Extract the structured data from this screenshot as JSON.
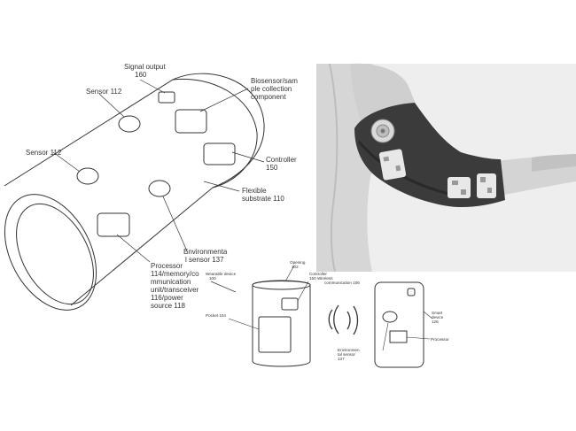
{
  "labels": {
    "signal_output": [
      "Signal output",
      "160"
    ],
    "sensor_top": [
      "Sensor 112"
    ],
    "sensor_left": [
      "Sensor 112"
    ],
    "biosensor": [
      "Biosensor/sam",
      "ple collection",
      "component"
    ],
    "controller": [
      "Controller",
      "150"
    ],
    "flexible_substrate": [
      "Flexible",
      "substrate 110"
    ],
    "environmental_sensor": [
      "Environmenta",
      "l sensor 137"
    ],
    "processor": [
      "Processor",
      "114/memory/co",
      "mmunication",
      "unit/transceiver",
      "116/power",
      "source 118"
    ],
    "wearable_device": [
      "Wearable device",
      "100"
    ],
    "opening": [
      "Opening",
      "102"
    ],
    "controller_wireless": [
      "Controller",
      "150  Wireless",
      "communication 106"
    ],
    "pocket": [
      "Pocket 104"
    ],
    "smart_device": [
      "Smart",
      "device",
      "126"
    ],
    "processor_small": [
      "Processor"
    ],
    "env_sensor_small": [
      "Environmen",
      "tal sensor",
      "137"
    ]
  },
  "colors": {
    "line": "#333333",
    "sleeve": "#3b3b3b",
    "skin": "#c9c9c9",
    "shirt": "#d8d8d8",
    "photo_bg": "#efefef"
  }
}
